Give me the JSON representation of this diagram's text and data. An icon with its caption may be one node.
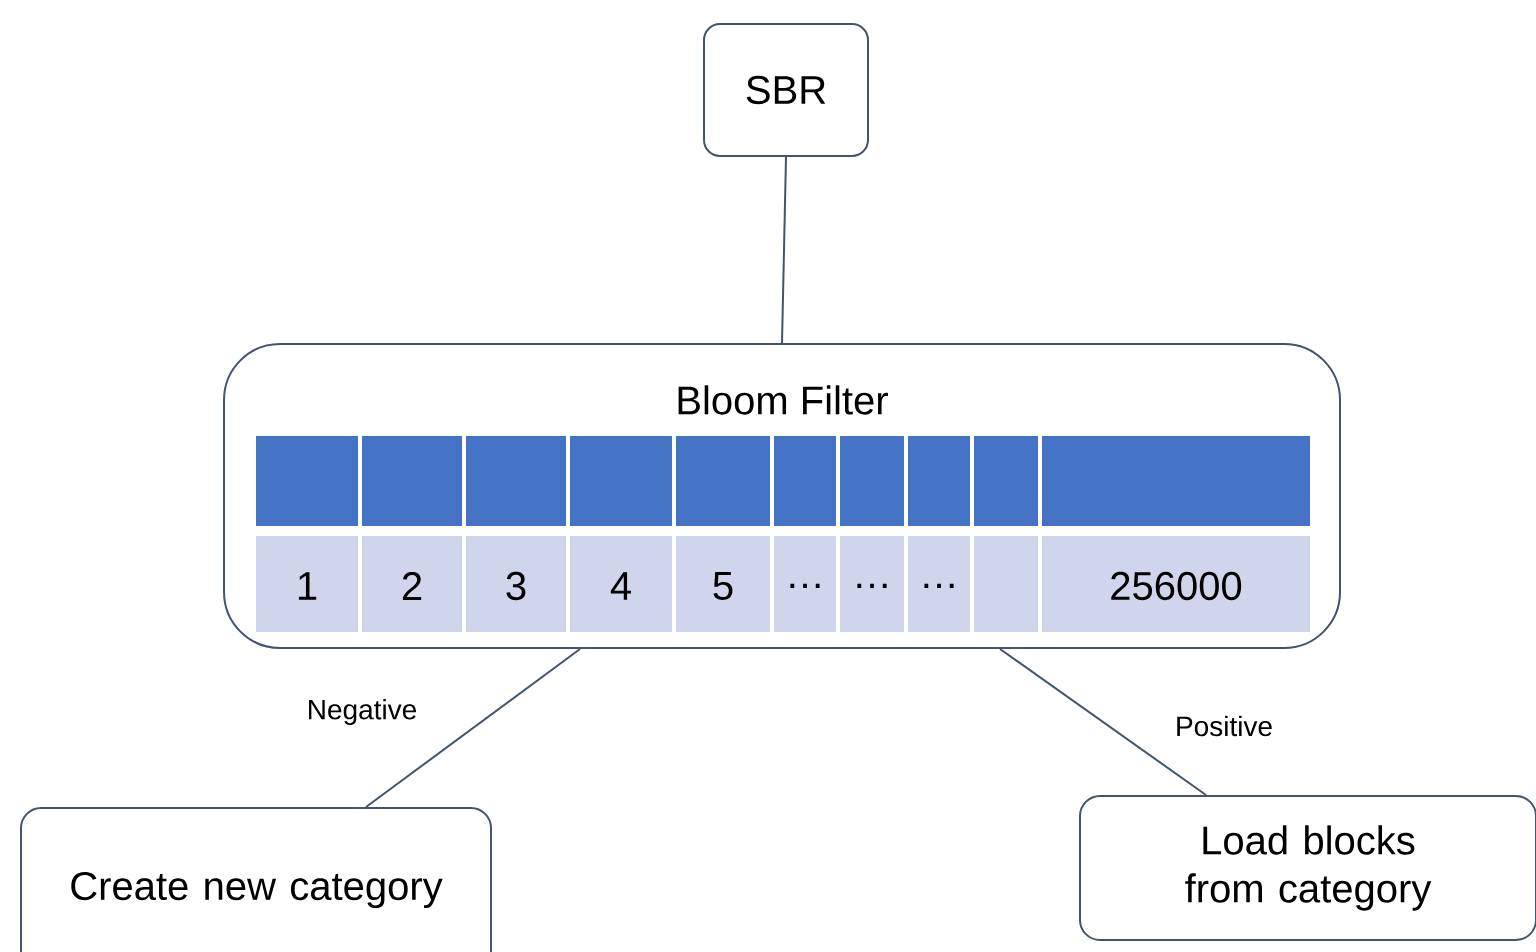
{
  "diagram": {
    "nodes": [
      {
        "text": [
          "SBR"
        ]
      },
      {
        "text": [
          "Bloom Filter"
        ]
      },
      {
        "text": [
          "Create new category"
        ]
      },
      {
        "text": [
          "Load blocks from category"
        ]
      }
    ],
    "edges": [
      {
        "from": 0,
        "to": 1,
        "arrow": "none"
      },
      {
        "from": 1,
        "to": 2,
        "arrow": "none",
        "label": "Negative"
      },
      {
        "from": 1,
        "to": 3,
        "arrow": "none",
        "label": "Positive"
      }
    ],
    "labels": [
      "1",
      "2",
      "3",
      "4",
      "5",
      "…",
      "…",
      "…",
      "256000"
    ]
  }
}
